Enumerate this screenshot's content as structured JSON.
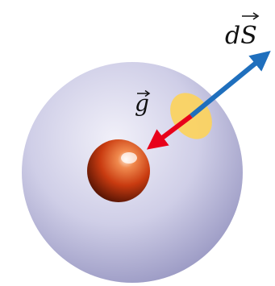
{
  "diagram": {
    "labels": {
      "area_element": "dS",
      "gravity_field": "g"
    },
    "colors": {
      "sphere_light": "#ecebf6",
      "sphere_mid": "#c9c8e4",
      "sphere_dark": "#8e8db8",
      "mass_light": "#ffd0a8",
      "mass_mid": "#d9481a",
      "mass_dark": "#5a1504",
      "surface_patch": "#fdd35a",
      "dS_arrow": "#1f6fbd",
      "g_arrow": "#e8001a"
    },
    "icons": [
      "gaussian-sphere",
      "point-mass",
      "surface-element-patch",
      "area-vector-arrow",
      "gravity-arrow"
    ]
  }
}
